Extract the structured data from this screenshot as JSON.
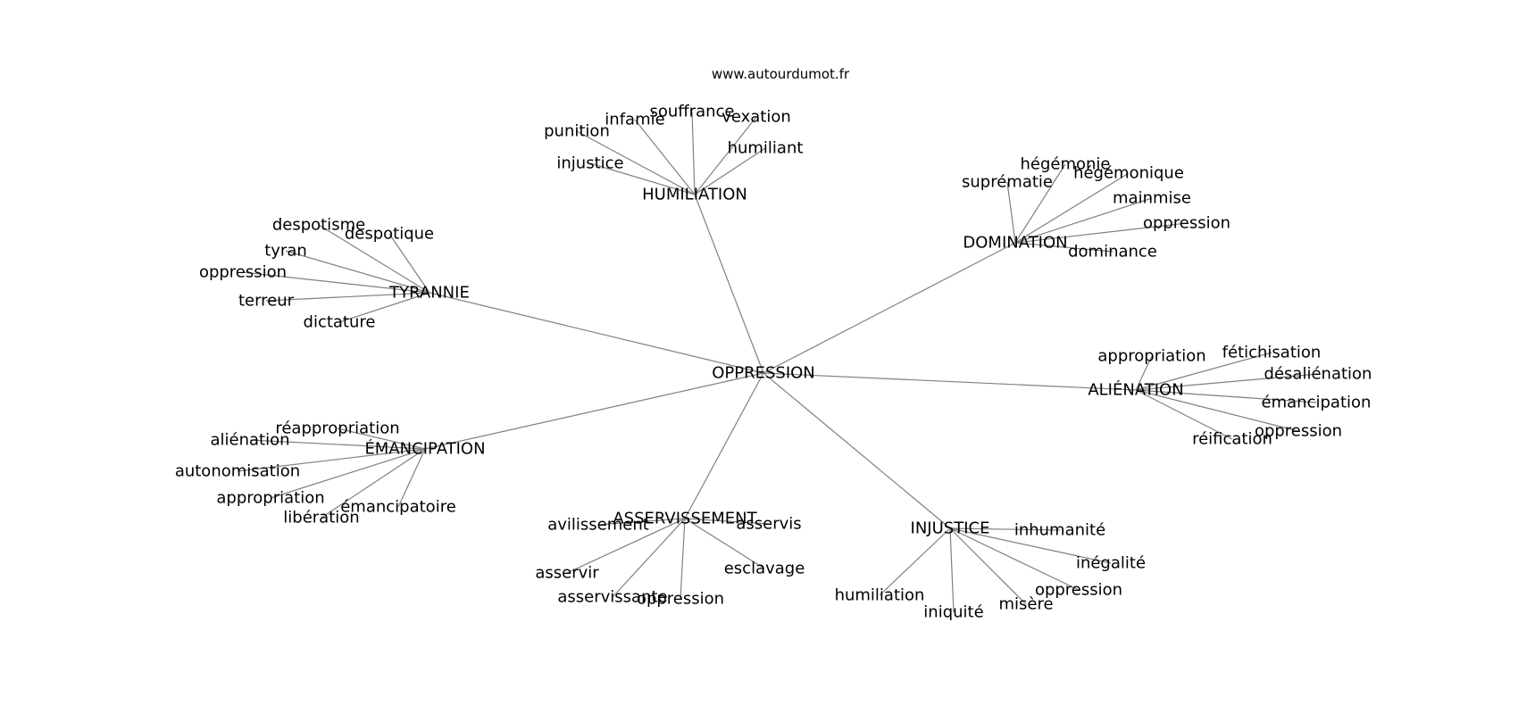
{
  "source": "www.autourdumot.fr",
  "colors": {
    "edge": "#808080",
    "text": "#000000",
    "background": "#ffffff"
  },
  "graph": {
    "center": "OPPRESSION",
    "clusters": [
      {
        "hub": "HUMILIATION",
        "leaves": [
          "souffrance",
          "infamie",
          "vexation",
          "punition",
          "humiliant",
          "injustice"
        ]
      },
      {
        "hub": "DOMINATION",
        "leaves": [
          "hégémonie",
          "suprématie",
          "hégémonique",
          "mainmise",
          "oppression",
          "dominance"
        ]
      },
      {
        "hub": "TYRANNIE",
        "leaves": [
          "despotisme",
          "despotique",
          "tyran",
          "oppression",
          "terreur",
          "dictature"
        ]
      },
      {
        "hub": "ALIÉNATION",
        "leaves": [
          "appropriation",
          "fétichisation",
          "désaliénation",
          "émancipation",
          "oppression",
          "réification"
        ]
      },
      {
        "hub": "ÉMANCIPATION",
        "leaves": [
          "réappropriation",
          "aliénation",
          "autonomisation",
          "appropriation",
          "émancipatoire",
          "libération"
        ]
      },
      {
        "hub": "ASSERVISSEMENT",
        "leaves": [
          "avilissement",
          "asservis",
          "esclavage",
          "asservir",
          "asservissante",
          "oppression"
        ]
      },
      {
        "hub": "INJUSTICE",
        "leaves": [
          "inhumanité",
          "inégalité",
          "oppression",
          "misère",
          "iniquité",
          "humiliation"
        ]
      }
    ]
  }
}
